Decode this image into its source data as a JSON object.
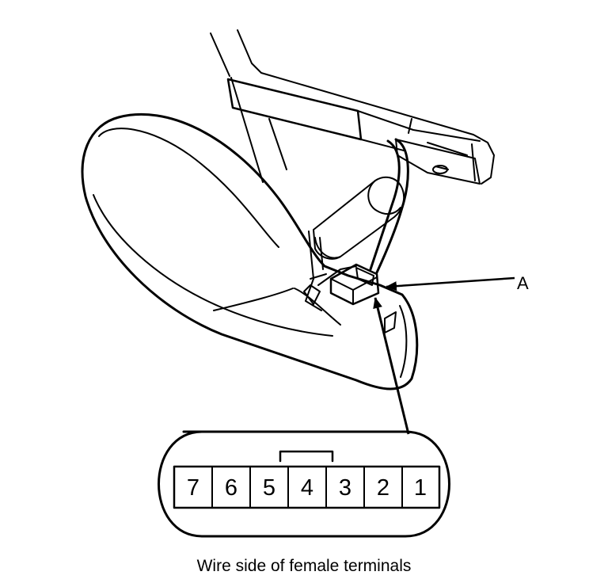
{
  "callout": {
    "label": "A"
  },
  "connector": {
    "pins": [
      "7",
      "6",
      "5",
      "4",
      "3",
      "2",
      "1"
    ]
  },
  "caption": "Wire side of female terminals"
}
